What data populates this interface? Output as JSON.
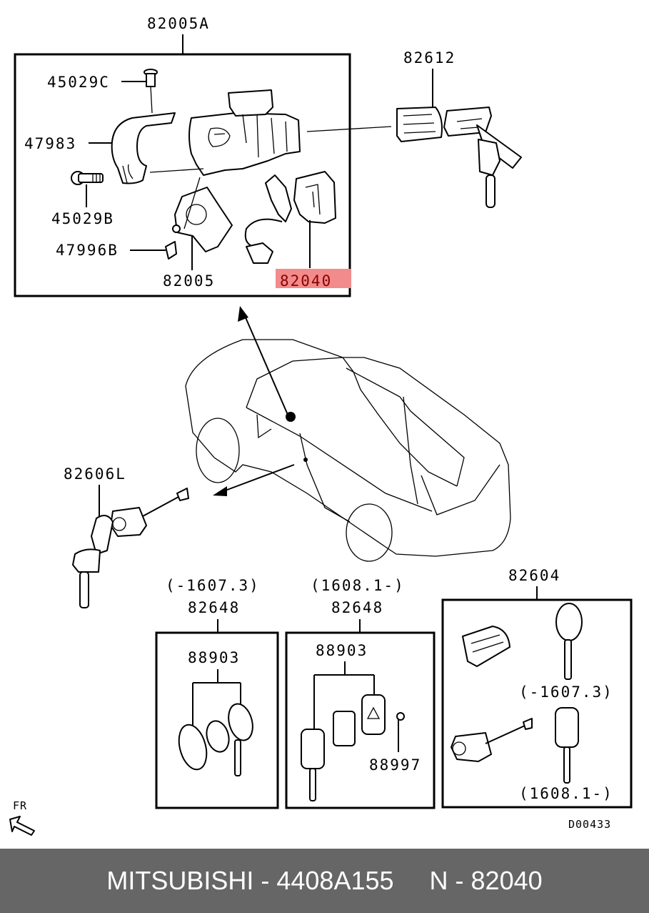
{
  "diagram": {
    "drawing_code": "D00433",
    "orientation_label": "FR",
    "highlight_color": "#f28b8b",
    "labels": {
      "assembly": "82005A",
      "screw_top": "45029C",
      "cover": "47983",
      "pin": "45029B",
      "screw_bottom": "47996B",
      "switch": "82005",
      "highlighted_part": "82040",
      "cylinder_key": "82612",
      "door_cylinder": "82606L",
      "keyset_box": "82604"
    },
    "remote_groups": [
      {
        "date_range": "(-1607.3)",
        "part": "82648",
        "sub_part": "88903"
      },
      {
        "date_range": "(1608.1-)",
        "part": "82648",
        "sub_part": "88903",
        "extra_part": "88997"
      }
    ],
    "keyset_notes": [
      "(-1607.3)",
      "(1608.1-)"
    ]
  },
  "footer": {
    "brand": "MITSUBISHI",
    "part_number": "4408A155",
    "ref_prefix": "N",
    "ref_number": "82040",
    "text": "MITSUBISHI - 4408A155     N - 82040"
  }
}
